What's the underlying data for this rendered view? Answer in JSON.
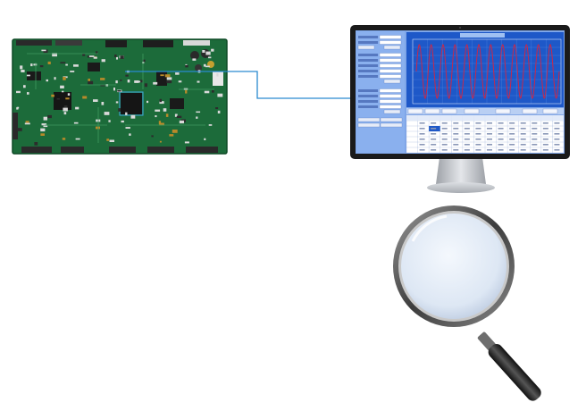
{
  "scene": {
    "components": [
      "circuit-board",
      "monitor",
      "connection-line",
      "magnifying-glass"
    ]
  },
  "monitor": {
    "screen": {
      "chart": {
        "type": "line",
        "title": "",
        "cycles": 12,
        "line_color": "#c8284a",
        "background": "#1e58c8",
        "grid": true
      },
      "panel_bg": "#7fa6e8",
      "window_bg": "#2a5fd0"
    }
  },
  "colors": {
    "board_green": "#1c6b3a",
    "board_dark": "#0f4a26",
    "connector_line": "#2a8ad0",
    "monitor_bezel": "#1a1a1a",
    "monitor_stand": "#c9ccd0",
    "lens_glass": "#dfe9f7",
    "lens_rim": "#6a6a6a",
    "handle": "#2b2b2b"
  }
}
